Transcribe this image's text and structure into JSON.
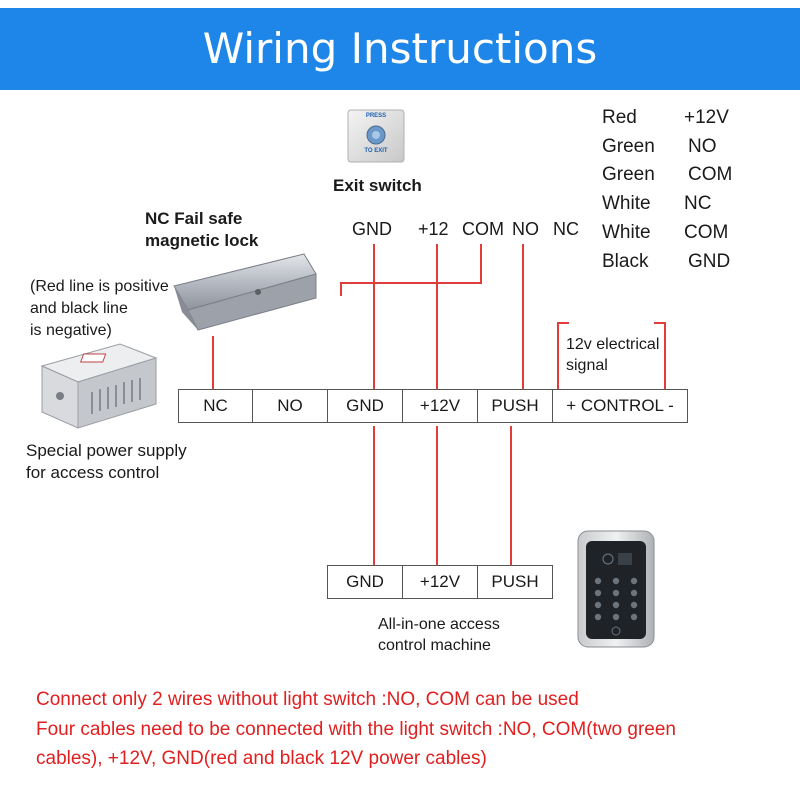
{
  "header": {
    "title": "Wiring Instructions"
  },
  "exit_switch": {
    "label": "Exit switch",
    "face_line1": "PRESS",
    "face_line2": "TO EXIT"
  },
  "lock": {
    "label_line1": "NC Fail safe",
    "label_line2": "magnetic lock"
  },
  "lock_note": {
    "line1": "(Red line is positive",
    "line2": "and black line",
    "line3": "is negative)"
  },
  "power_supply": {
    "label_line1": "Special power supply",
    "label_line2": "for access control"
  },
  "switch_terminals": [
    "GND",
    "+12",
    "COM",
    "NO",
    "NC"
  ],
  "legend": [
    {
      "color": "Red",
      "signal": "+12V"
    },
    {
      "color": "Green",
      "signal": "NO"
    },
    {
      "color": "Green",
      "signal": "COM"
    },
    {
      "color": "White",
      "signal": "NC"
    },
    {
      "color": "White",
      "signal": "COM"
    },
    {
      "color": "Black",
      "signal": "GND"
    }
  ],
  "signal_label": {
    "line1": "12v electrical",
    "line2": "signal"
  },
  "power_terminals": [
    "NC",
    "NO",
    "GND",
    "+12V",
    "PUSH",
    "+ CONTROL -"
  ],
  "controller_terminals": [
    "GND",
    "+12V",
    "PUSH"
  ],
  "controller": {
    "label_line1": "All-in-one access",
    "label_line2": "control machine"
  },
  "notes": {
    "line1": "Connect only 2 wires without light switch :NO, COM can be used",
    "line2": "Four cables need to be connected with the light switch :NO, COM(two green",
    "line3": "cables), +12V, GND(red and black 12V power cables)"
  },
  "colors": {
    "header": "#1d86e8",
    "wire": "#e03c3c",
    "note_text": "#e02020"
  }
}
